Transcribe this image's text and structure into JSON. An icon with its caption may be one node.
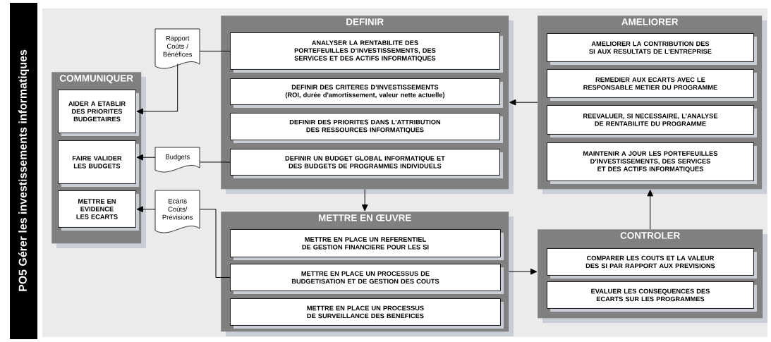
{
  "diagram": {
    "title": "PO5 Gérer les investissements informatiques",
    "nodes": [
      {
        "text": [
          "COMMUNIQUER"
        ]
      },
      {
        "text": [
          "AIDER A ETABLIR DES PRIORITES BUDGETAIRES"
        ],
        "in": 0
      },
      {
        "text": [
          "FAIRE VALIDER LES BUDGETS"
        ],
        "in": 0
      },
      {
        "text": [
          "METTRE EN EVIDENCE LES ECARTS"
        ],
        "in": 0
      },
      {
        "text": [
          "Rapport Coûts / Bénéfices"
        ]
      },
      {
        "text": [
          "Budgets"
        ]
      },
      {
        "text": [
          "Ecarts Coûts/ Prévisions"
        ]
      },
      {
        "text": [
          "DEFINIR"
        ]
      },
      {
        "text": [
          "ANALYSER LA RENTABILITE DES PORTEFEUILLES D’INVESTISSEMENTS, DES SERVICES ET DES ACTIFS INFORMATIQUES"
        ],
        "in": 7
      },
      {
        "text": [
          "DEFINIR DES CRITERES D’INVESTISSEMENTS (ROI, durée d'amortissement, valeur nette actuelle)"
        ],
        "in": 7
      },
      {
        "text": [
          "DEFINIR DES PRIORITES DANS L’ATTRIBUTION DES RESSOURCES INFORMATIQUES"
        ],
        "in": 7
      },
      {
        "text": [
          "DEFINIR UN BUDGET GLOBAL INFORMATIQUE ET DES BUDGETS DE PROGRAMMES INDIVIDUELS"
        ],
        "in": 7
      },
      {
        "text": [
          "METTRE EN ŒUVRE"
        ]
      },
      {
        "text": [
          "METTRE EN PLACE UN REFERENTIEL DE GESTION FINANCIERE POUR LES SI"
        ],
        "in": 12
      },
      {
        "text": [
          "METTRE EN PLACE UN PROCESSUS DE BUDGETISATION ET DE GESTION DES COUTS"
        ],
        "in": 12
      },
      {
        "text": [
          "METTRE EN PLACE UN PROCESSUS DE SURVEILLANCE DES BENEFICES"
        ],
        "in": 12
      },
      {
        "text": [
          "AMELIORER"
        ]
      },
      {
        "text": [
          "AMELIORER LA CONTRIBUTION DES SI AUX RESULTATS DE L’ENTREPRISE"
        ],
        "in": 16
      },
      {
        "text": [
          "REMEDIER AUX ECARTS AVEC LE RESPONSABLE METIER DU PROGRAMME"
        ],
        "in": 16
      },
      {
        "text": [
          "REEVALUER, SI NECESSAIRE, L’ANALYSE DE RENTABILITE DU PROGRAMME"
        ],
        "in": 16
      },
      {
        "text": [
          "MAINTENIR A JOUR LES PORTEFEUILLES D’INVESTISSEMENTS, DES SERVICES ET DES ACTIFS INFORMATIQUES"
        ],
        "in": 16
      },
      {
        "text": [
          "CONTROLER"
        ]
      },
      {
        "text": [
          "COMPARER LES COUTS ET LA VALEUR DES SI PAR RAPPORT AUX PREVISIONS"
        ],
        "in": 21
      },
      {
        "text": [
          "EVALUER LES CONSEQUENCES DES ECARTS SUR LES PROGRAMMES"
        ],
        "in": 21
      }
    ],
    "edges": [
      {
        "from": 8,
        "to": 4,
        "arrow": "none"
      },
      {
        "from": 4,
        "to": 1,
        "arrow": "to"
      },
      {
        "from": 11,
        "to": 5,
        "arrow": "none"
      },
      {
        "from": 5,
        "to": 2,
        "arrow": "to"
      },
      {
        "from": 14,
        "to": 6,
        "arrow": "none"
      },
      {
        "from": 6,
        "to": 3,
        "arrow": "to"
      },
      {
        "from": 7,
        "to": 12,
        "arrow": "to"
      },
      {
        "from": 12,
        "to": 21,
        "arrow": "to"
      },
      {
        "from": 21,
        "to": 16,
        "arrow": "to"
      },
      {
        "from": 16,
        "to": 7,
        "arrow": "to"
      }
    ]
  }
}
